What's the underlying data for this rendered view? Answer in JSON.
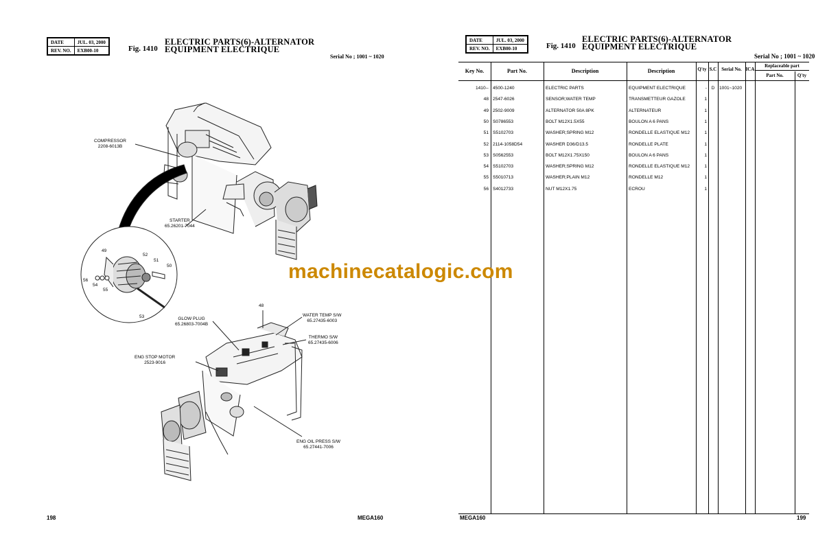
{
  "header": {
    "date_label": "DATE",
    "date_value": "JUL. 03, 2000",
    "rev_label": "REV. NO.",
    "rev_value": "EXB00-10",
    "fig": "Fig. 1410",
    "title_en": "ELECTRIC PARTS(6)-ALTERNATOR",
    "title_fr": "EQUIPMENT ELECTRIQUE",
    "serial": "Serial No ; 1001 ~ 1020"
  },
  "left_page": {
    "page_number": "198",
    "model": "MEGA160",
    "callouts": {
      "compressor": "COMPRESSOR",
      "compressor_pn": "2208-6013B",
      "starter": "STARTER",
      "starter_pn": "65.26201-7044",
      "glow_plug": "GLOW PLUG",
      "glow_plug_pn": "65.26803-7004B",
      "eng_stop_motor": "ENG STOP MOTOR",
      "eng_stop_motor_pn": "2523-9016",
      "water_temp": "WATER TEMP S/W",
      "water_temp_pn": "65.27435-6003",
      "thermo": "THERMO S/W",
      "thermo_pn": "65.27435-6006",
      "eng_oil_press": "ENG OIL PRESS S/W",
      "eng_oil_press_pn": "65.27441-7006",
      "n48": "48",
      "n49": "49",
      "n50": "50",
      "n51": "51",
      "n52": "52",
      "n53": "53",
      "n54": "54",
      "n55": "55",
      "n56": "56"
    }
  },
  "right_page": {
    "page_number": "199",
    "model": "MEGA160",
    "columns": {
      "key_no": "Key No.",
      "part_no": "Part No.",
      "description": "Description",
      "description_fr": "Description",
      "qty": "Q'ty",
      "sc": "S.C",
      "serial_no": "Serial No.",
      "ica": "ICA",
      "replaceable": "Replaceable part",
      "rep_part_no": "Part No.",
      "rep_qty": "Q'ty"
    },
    "rows": [
      {
        "key": "1410--",
        "part": "4500-1240",
        "desc": "ELECTRIC PARTS",
        "desc_fr": "EQUIPMENT ELECTRIQUE",
        "qty": "-",
        "sc": "D",
        "serial": "1001~1020"
      },
      {
        "key": "48",
        "part": "2547-6026",
        "desc": "SENSOR;WATER TEMP",
        "desc_fr": "TRANSMETTEUR GAZOLE",
        "qty": "1",
        "sc": "",
        "serial": ""
      },
      {
        "key": "49",
        "part": "2502-9009",
        "desc": "ALTERNATOR 50A 8PK",
        "desc_fr": "ALTERNATEUR",
        "qty": "1",
        "sc": "",
        "serial": ""
      },
      {
        "key": "50",
        "part": "S0786553",
        "desc": "BOLT M12X1.5X55",
        "desc_fr": "BOULON A 6 PANS",
        "qty": "1",
        "sc": "",
        "serial": ""
      },
      {
        "key": "51",
        "part": "S5102703",
        "desc": "WASHER;SPRING M12",
        "desc_fr": "RONDELLE ELASTIQUE M12",
        "qty": "1",
        "sc": "",
        "serial": ""
      },
      {
        "key": "52",
        "part": "2114-1058D54",
        "desc": "WASHER D36/D13.5",
        "desc_fr": "RONDELLE PLATE",
        "qty": "1",
        "sc": "",
        "serial": ""
      },
      {
        "key": "53",
        "part": "S0562553",
        "desc": "BOLT M12X1.75X150",
        "desc_fr": "BOULON A 6 PANS",
        "qty": "1",
        "sc": "",
        "serial": ""
      },
      {
        "key": "54",
        "part": "S5102703",
        "desc": "WASHER;SPRING M12",
        "desc_fr": "RONDELLE ELASTIQUE M12",
        "qty": "1",
        "sc": "",
        "serial": ""
      },
      {
        "key": "55",
        "part": "S5010713",
        "desc": "WASHER;PLAIN M12",
        "desc_fr": "RONDELLE M12",
        "qty": "1",
        "sc": "",
        "serial": ""
      },
      {
        "key": "56",
        "part": "S4012733",
        "desc": "NUT M12X1.75",
        "desc_fr": "ECROU",
        "qty": "1",
        "sc": "",
        "serial": ""
      }
    ]
  },
  "watermark": "machinecatalogic.com"
}
